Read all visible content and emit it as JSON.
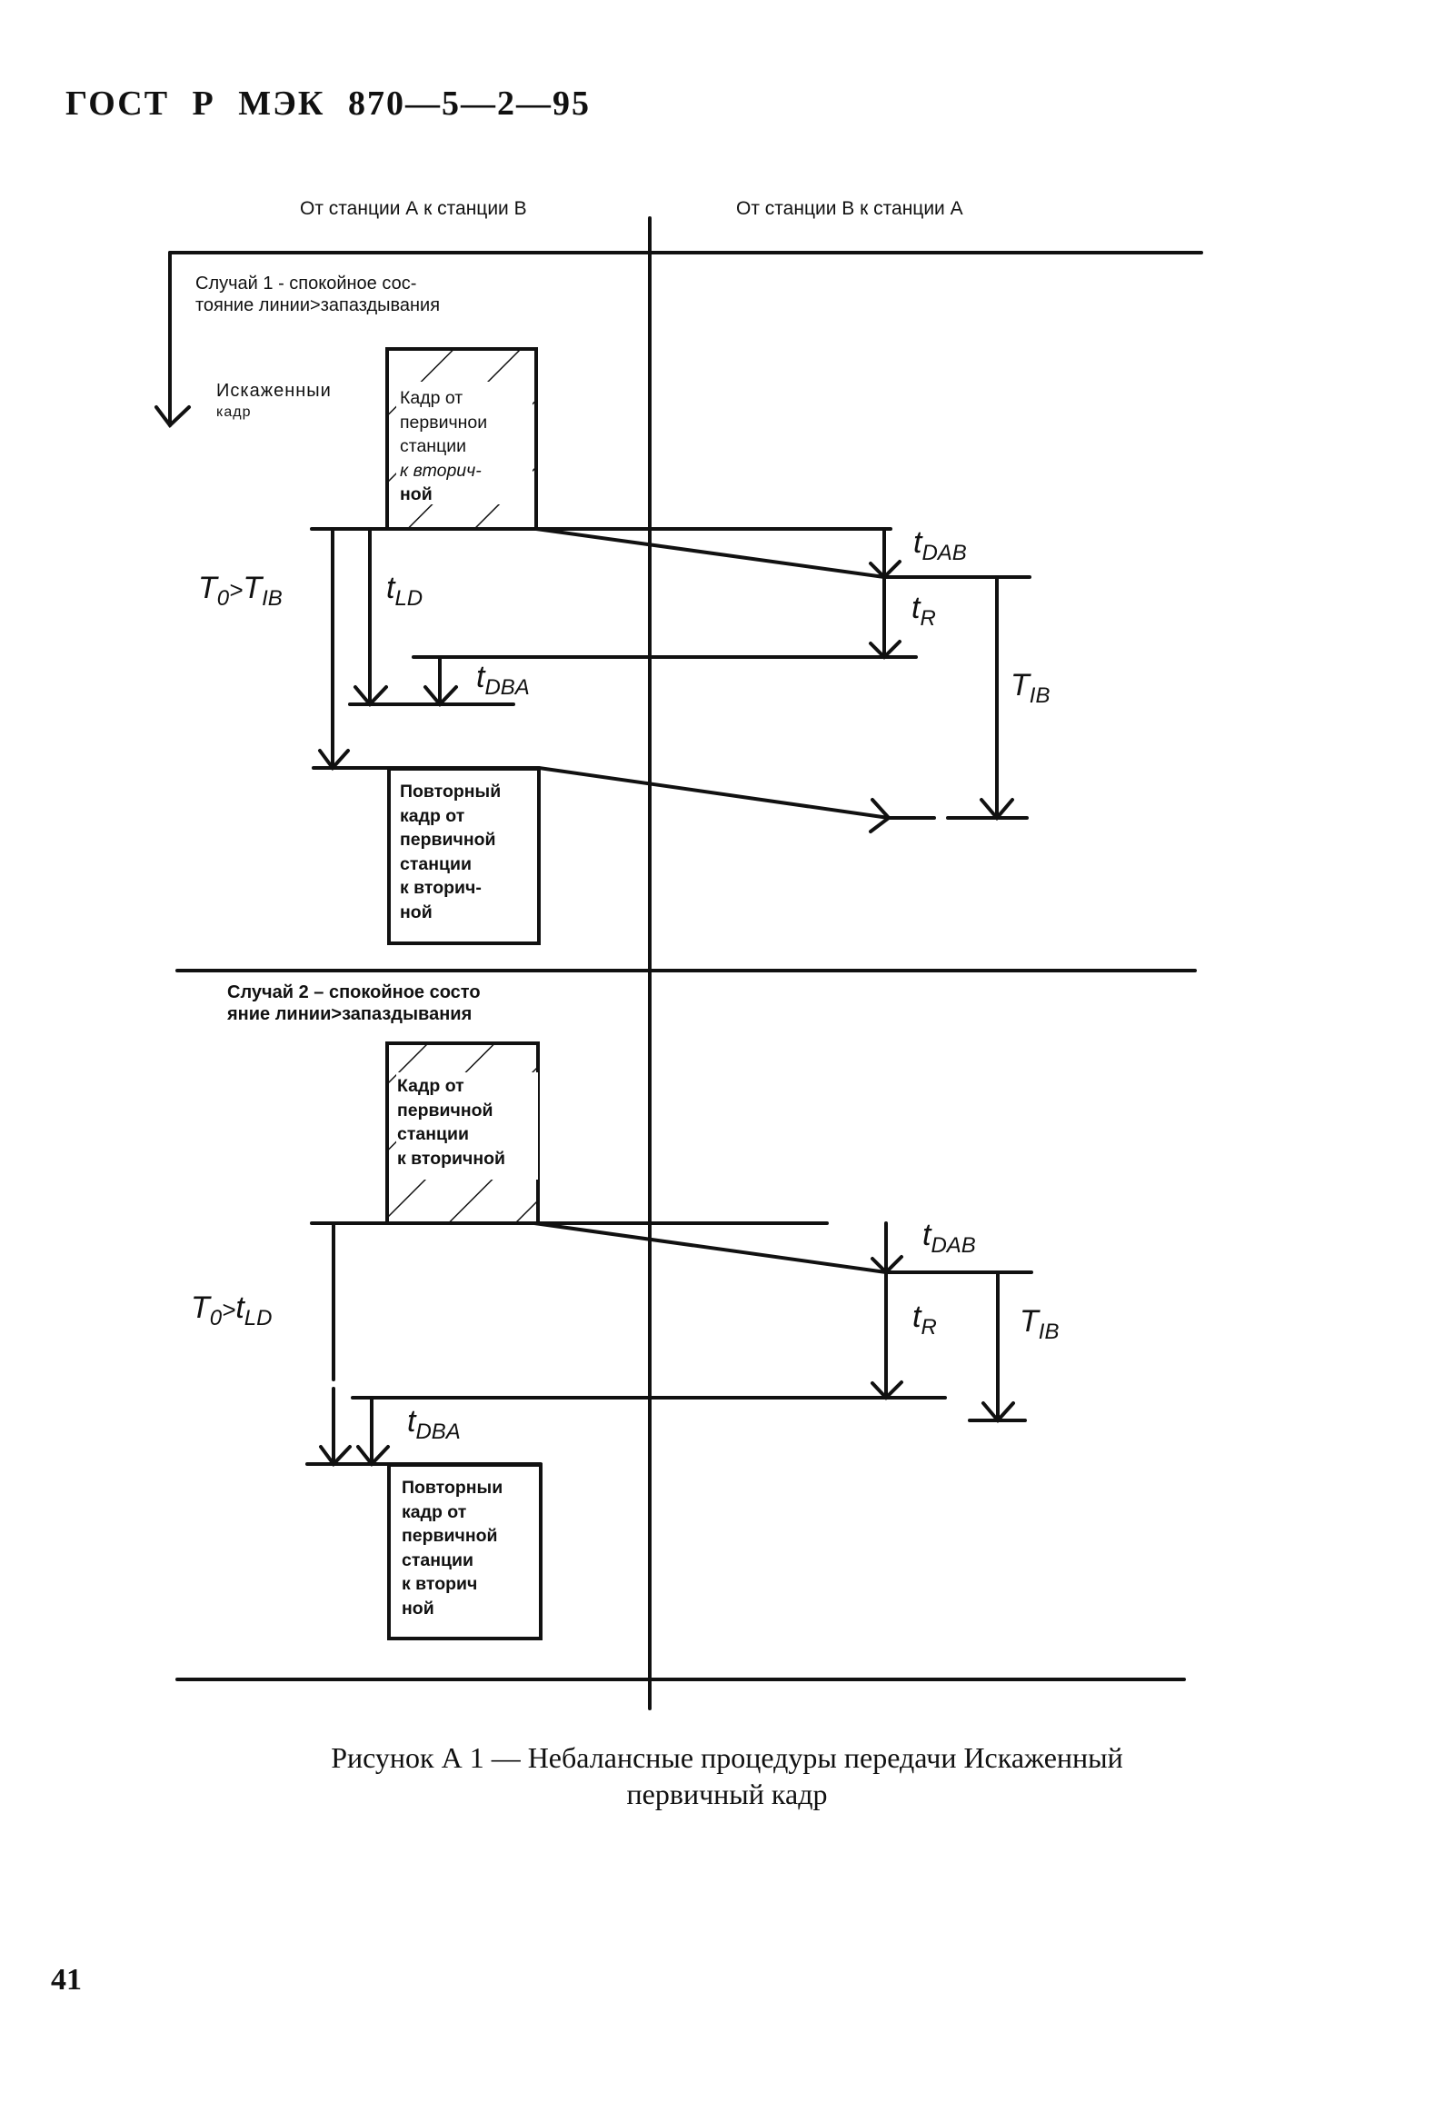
{
  "document": {
    "header": "ГОСТ Р МЭК 870—5—2—95",
    "page_number": "41",
    "caption_line1": "Рисунок А 1 — Небалансные процедуры передачи Искаженный",
    "caption_line2": "первичный кадр"
  },
  "diagram": {
    "column_a_to_b": "От станции А к станции В",
    "column_b_to_a": "От станции В к станции А",
    "case1": {
      "title_line1": "Случай 1 - спокойное сос-",
      "title_line2": "тояние линии>запаздывания",
      "distorted_frame_label_line1": "Искаженныи",
      "distorted_frame_label_line2": "кадр",
      "primary_frame_box": [
        "Кадр от",
        "первичнои",
        "станции",
        "к вторич-",
        "ной"
      ],
      "repeat_frame_box": [
        "Повторный",
        "кадр от",
        "первичной",
        "станции",
        "к вторич-",
        "ной"
      ],
      "timeout_label": {
        "main": "T",
        "sub1": "0",
        "rel": ">",
        "main2": "T",
        "sub2": "IB"
      },
      "t_ld": {
        "main": "t",
        "sub": "LD"
      },
      "t_dba": {
        "main": "t",
        "sub": "DBA"
      },
      "t_dab": {
        "main": "t",
        "sub": "DAB"
      },
      "t_r": {
        "main": "t",
        "sub": "R"
      },
      "t_ib": {
        "main": "T",
        "sub": "IB"
      }
    },
    "case2": {
      "title_line1": "Случай 2 – спокойное состо",
      "title_line2": "яние линии>запаздывания",
      "primary_frame_box": [
        "Кадр от",
        "первичной",
        "станции",
        "к вторичной"
      ],
      "repeat_frame_box": [
        "Повторныи",
        "кадр от",
        "первичной",
        "станции",
        "к вторич",
        "ной"
      ],
      "timeout_label": {
        "main": "T",
        "sub1": "0",
        "rel": ">",
        "main2": "t",
        "sub2": "LD"
      },
      "t_dba": {
        "main": "t",
        "sub": "DBA"
      },
      "t_dab": {
        "main": "t",
        "sub": "DAB"
      },
      "t_r": {
        "main": "t",
        "sub": "R"
      },
      "t_ib": {
        "main": "T",
        "sub": "IB"
      }
    }
  }
}
